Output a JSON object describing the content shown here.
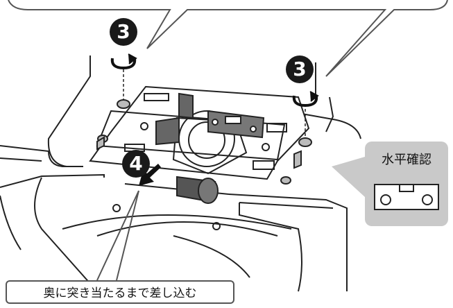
{
  "steps": {
    "screw_left": "3",
    "screw_right": "3",
    "push_in": "4"
  },
  "level_inset": {
    "label": "水平確認",
    "icon": "level-icon"
  },
  "callout": {
    "text": "奥に突き当たるまで差し込む"
  },
  "icons": {
    "rotate": "rotate-arrow-icon",
    "push": "push-arrow-icon",
    "screw": "screw-icon"
  }
}
